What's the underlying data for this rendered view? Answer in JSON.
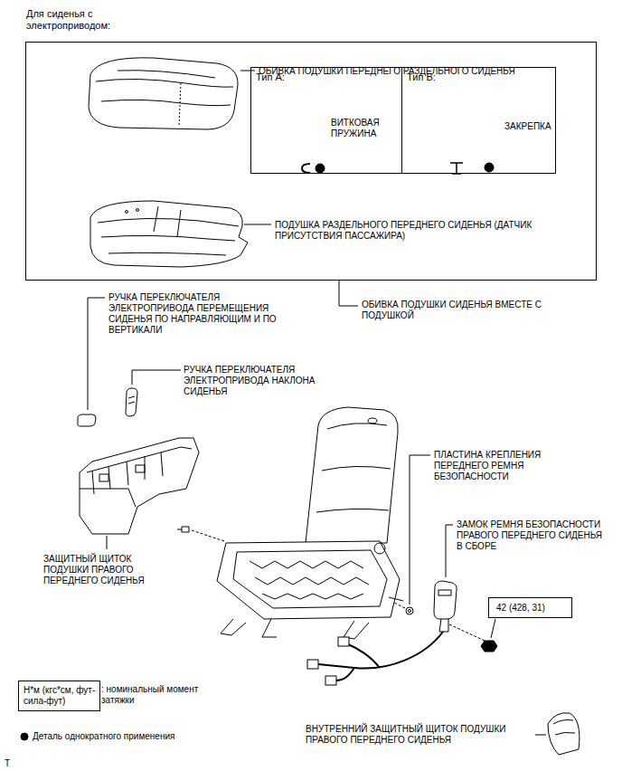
{
  "diagram": {
    "nodes": [
      {
        "text": [
          "Для сиденья с электроприводом:",
          "ОБИВКА ПОДУШКИ ПЕРЕДНЕГО РАЗДЕЛЬНОГО СИДЕНЬЯ",
          "ПОДУШКА РАЗДЕЛЬНОГО ПЕРЕДНЕГО СИДЕНЬЯ (ДАТЧИК ПРИСУТСТВИЯ ПАССАЖИРА)"
        ]
      },
      {
        "text": [
          "Тип А:",
          "ВИТКОВАЯ ПРУЖИНА"
        ],
        "in": 0
      },
      {
        "text": [
          "Тип В:",
          "ЗАКРЕПКА"
        ],
        "in": 0
      },
      {
        "text": [
          "42 (428, 31)"
        ]
      },
      {
        "text": [
          "Н*м (кгс*см, фут-сила-фут)"
        ]
      }
    ],
    "labels": [
      "ОБИВКА ПОДУШКИ СИДЕНЬЯ ВМЕСТЕ С ПОДУШКОЙ",
      "РУЧКА ПЕРЕКЛЮЧАТЕЛЯ ЭЛЕКТРОПРИВОДА ПЕРЕМЕЩЕНИЯ СИДЕНЬЯ ПО НАПРАВЛЯЮЩИМ И ПО ВЕРТИКАЛИ",
      "РУЧКА ПЕРЕКЛЮЧАТЕЛЯ ЭЛЕКТРОПРИВОДА НАКЛОНА СИДЕНЬЯ",
      "ЗАЩИТНЫЙ ЩИТОК ПОДУШКИ ПРАВОГО ПЕРЕДНЕГО СИДЕНЬЯ",
      "ПЛАСТИНА КРЕПЛЕНИЯ ПЕРЕДНЕГО РЕМНЯ БЕЗОПАСНОСТИ",
      "ЗАМОК РЕМНЯ БЕЗОПАСНОСТИ ПРАВОГО ПЕРЕДНЕГО СИДЕНЬЯ В СБОРЕ",
      "ВНУТРЕННИЙ ЗАЩИТНЫЙ ЩИТОК ПОДУШКИ ПРАВОГО ПЕРЕДНЕГО СИДЕНЬЯ",
      "T"
    ],
    "legend": [
      {
        "text": ": номинальный момент затяжки"
      },
      {
        "text": "Деталь однократного применения"
      }
    ]
  }
}
